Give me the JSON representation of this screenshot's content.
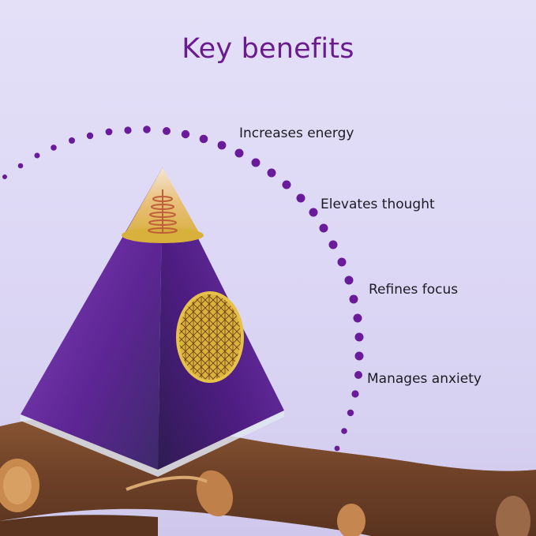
{
  "header": {
    "title": "Key benefits"
  },
  "benefits": [
    {
      "label": "Increases energy"
    },
    {
      "label": "Elevates thought"
    },
    {
      "label": "Refines focus"
    },
    {
      "label": "Manages anxiety"
    }
  ],
  "colors": {
    "title": "#6a1b8e",
    "dots": "#6a1b9a",
    "background": "#e2ddf7",
    "amethyst": "#6b2fa3",
    "gold": "#d9b23a",
    "wood": "#7a4a2a"
  },
  "image": {
    "subject": "amethyst orgonite pyramid with copper coil and gold flower of life emblem",
    "prop": "wooden branch"
  }
}
